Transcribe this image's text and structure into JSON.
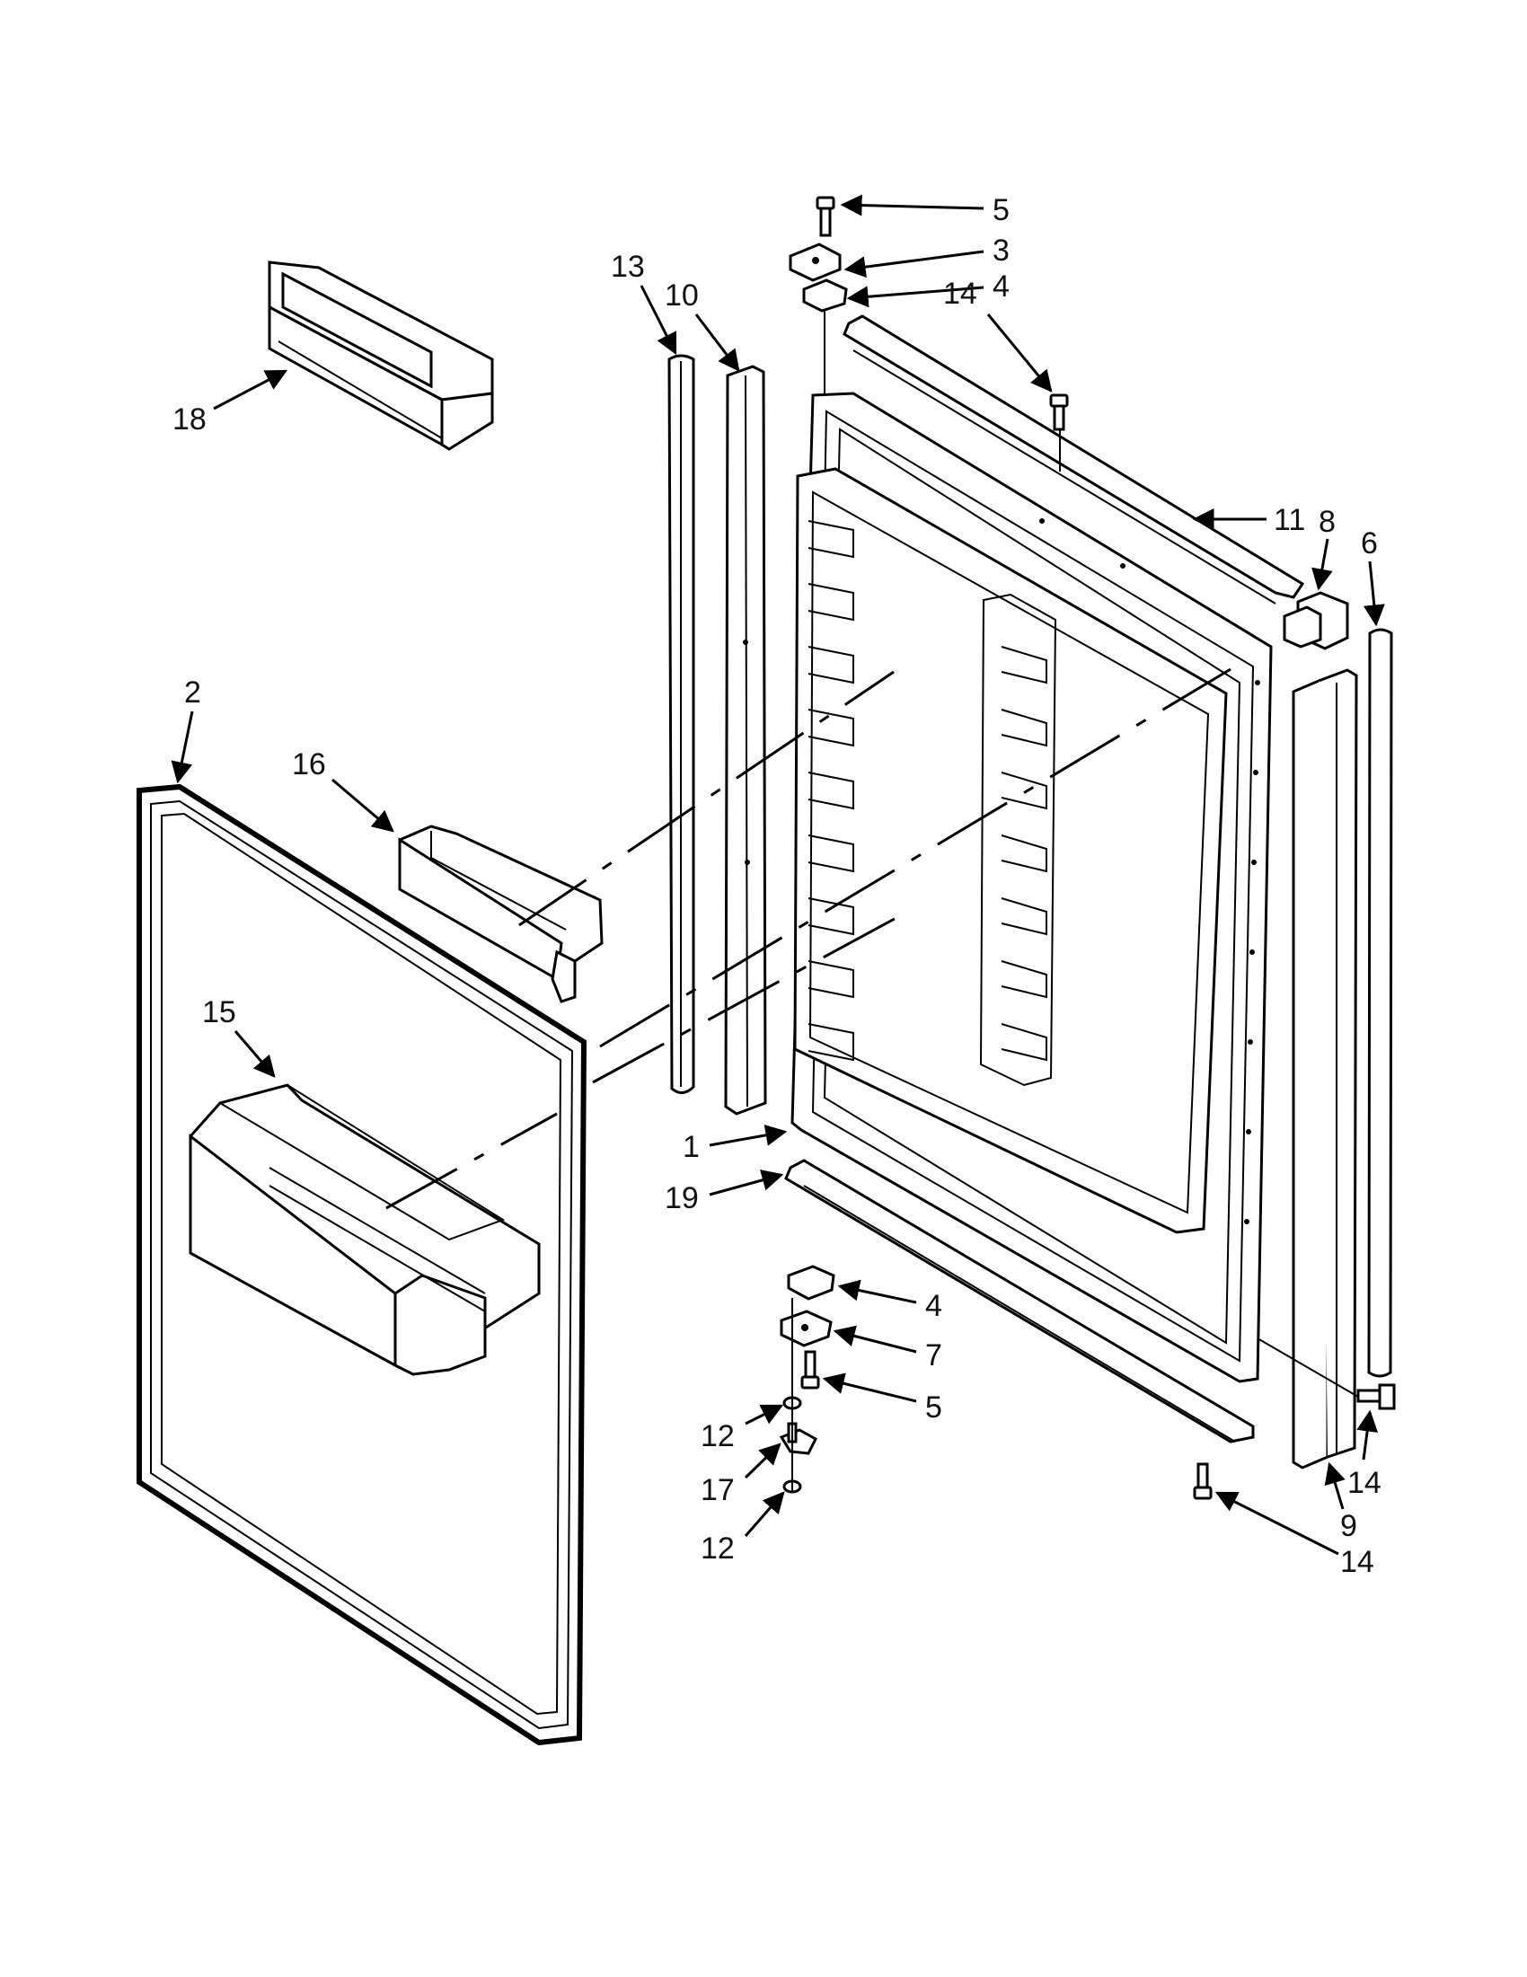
{
  "diagram": {
    "callouts": {
      "c1": "1",
      "c2": "2",
      "c3": "3",
      "c4a": "4",
      "c4b": "4",
      "c5a": "5",
      "c5b": "5",
      "c6": "6",
      "c7": "7",
      "c8": "8",
      "c9": "9",
      "c10": "10",
      "c11": "11",
      "c12a": "12",
      "c12b": "12",
      "c13": "13",
      "c14a": "14",
      "c14b": "14",
      "c14c": "14",
      "c15": "15",
      "c16": "16",
      "c17": "17",
      "c18": "18",
      "c19": "19"
    }
  }
}
